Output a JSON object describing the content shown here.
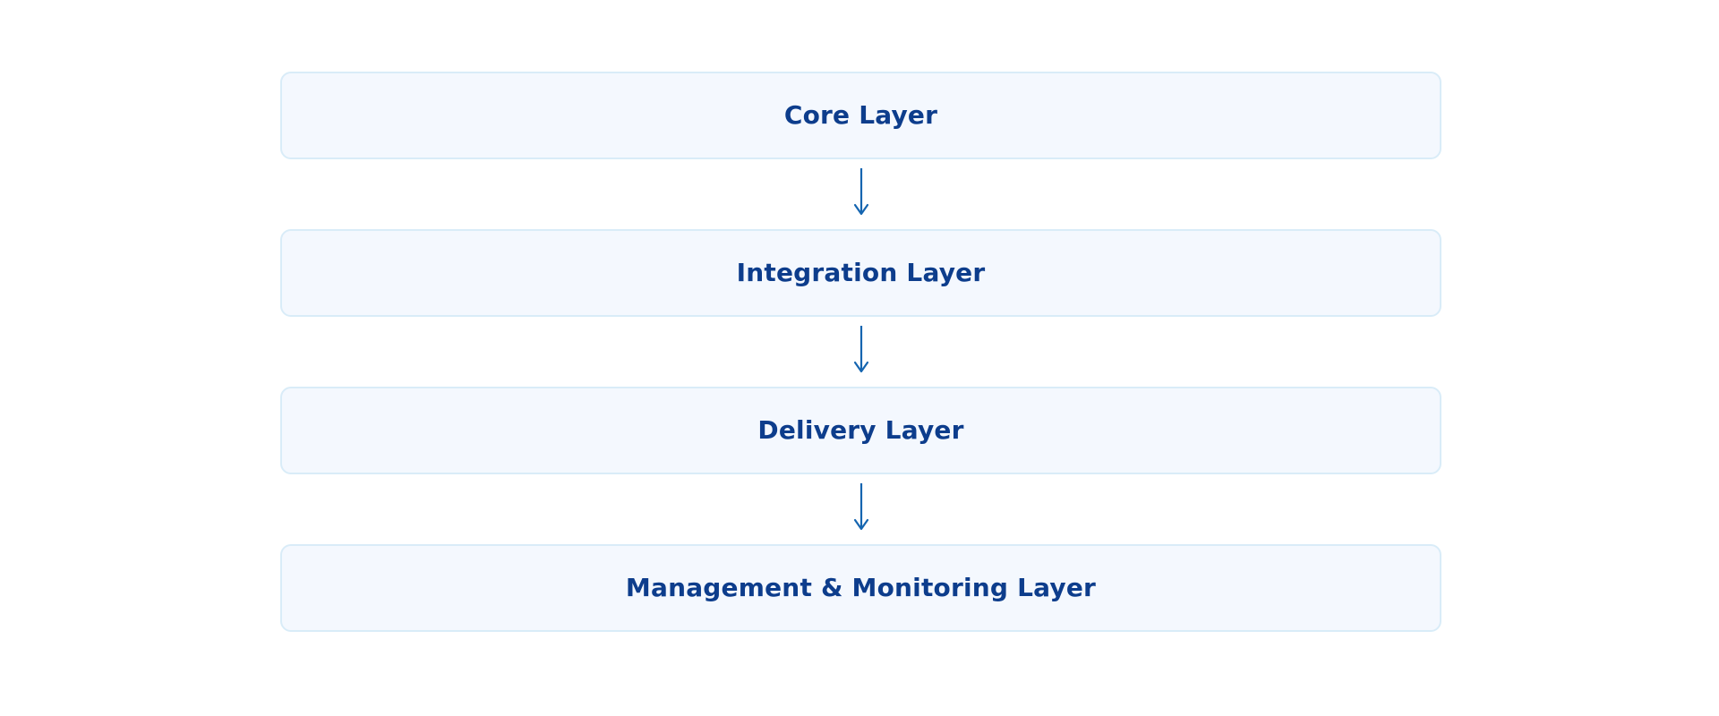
{
  "diagram": {
    "type": "vertical-flow",
    "background_color": "#ffffff",
    "box_fill_color": "#f4f8fe",
    "box_border_color": "#d9ecf8",
    "label_color": "#0d3d8c",
    "arrow_color": "#1565b0",
    "arrow_glyph": "down-arrow",
    "nodes": [
      {
        "label": "Core Layer"
      },
      {
        "label": "Integration Layer"
      },
      {
        "label": "Delivery Layer"
      },
      {
        "label": "Management & Monitoring Layer"
      }
    ],
    "connectors": [
      {
        "from": "Core Layer",
        "to": "Integration Layer",
        "direction": "down"
      },
      {
        "from": "Integration Layer",
        "to": "Delivery Layer",
        "direction": "down"
      },
      {
        "from": "Delivery Layer",
        "to": "Management & Monitoring Layer",
        "direction": "down"
      }
    ]
  }
}
